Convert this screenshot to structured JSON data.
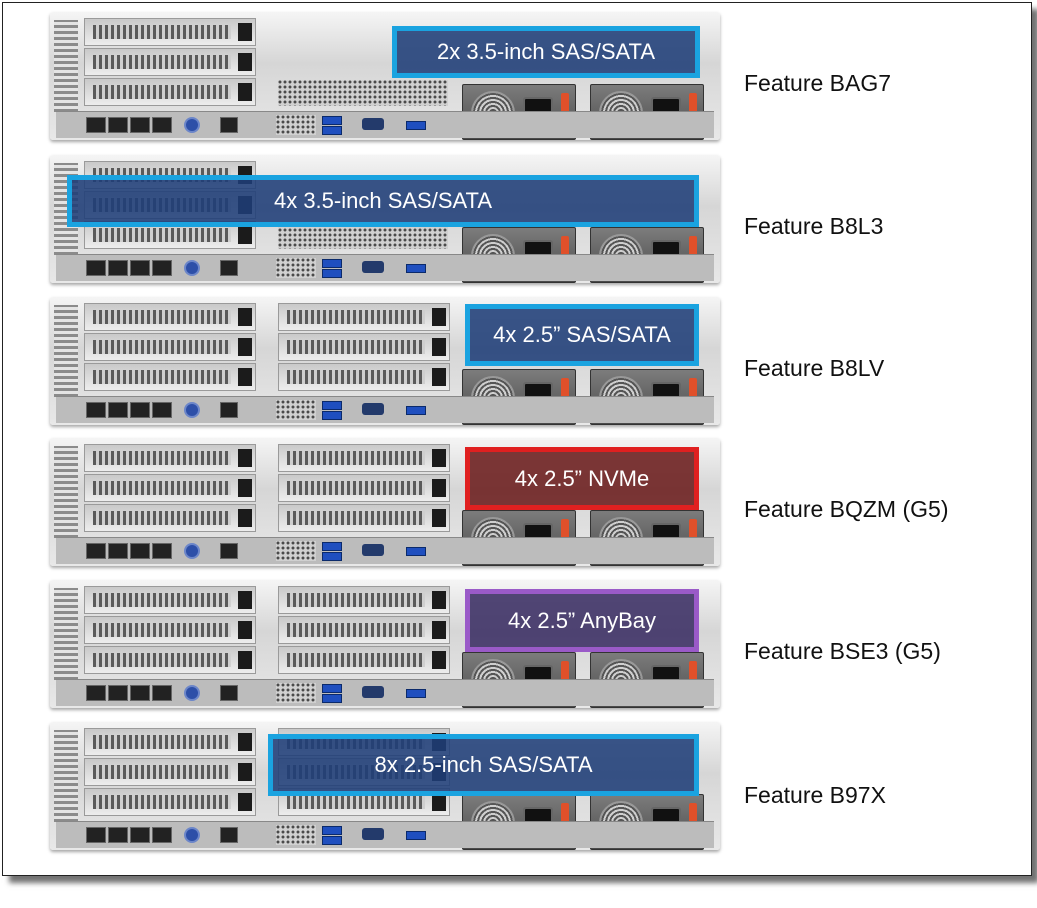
{
  "colors": {
    "sas_sata_border": "#1aa3e0",
    "sas_sata_fill": "#1f3e78",
    "nvme_border": "#e02020",
    "nvme_fill": "#6b1c1c",
    "anybay_border": "#9a5ac8",
    "anybay_fill": "#3a2e63"
  },
  "configs": [
    {
      "feature": "Feature BAG7",
      "drive_bays": "2x 3.5-inch SAS/SATA",
      "type": "sas_sata"
    },
    {
      "feature": "Feature B8L3",
      "drive_bays": "4x 3.5-inch SAS/SATA",
      "type": "sas_sata"
    },
    {
      "feature": "Feature B8LV",
      "drive_bays": "4x 2.5” SAS/SATA",
      "type": "sas_sata"
    },
    {
      "feature": "Feature BQZM (G5)",
      "drive_bays": "4x 2.5” NVMe",
      "type": "nvme"
    },
    {
      "feature": "Feature BSE3 (G5)",
      "drive_bays": "4x 2.5” AnyBay",
      "type": "anybay"
    },
    {
      "feature": "Feature B97X",
      "drive_bays": "8x 2.5-inch SAS/SATA",
      "type": "sas_sata"
    }
  ]
}
